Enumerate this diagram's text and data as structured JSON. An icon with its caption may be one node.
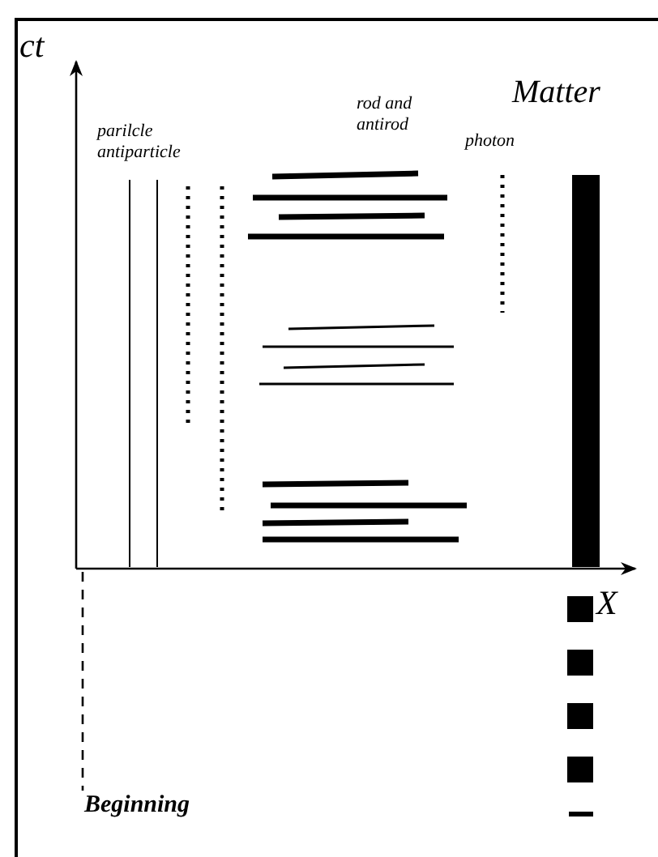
{
  "diagram": {
    "labels": [
      "ct",
      "Matter",
      "rod and antirod",
      "photon",
      "parilcle antiparticle",
      "X",
      "Beginning"
    ]
  }
}
